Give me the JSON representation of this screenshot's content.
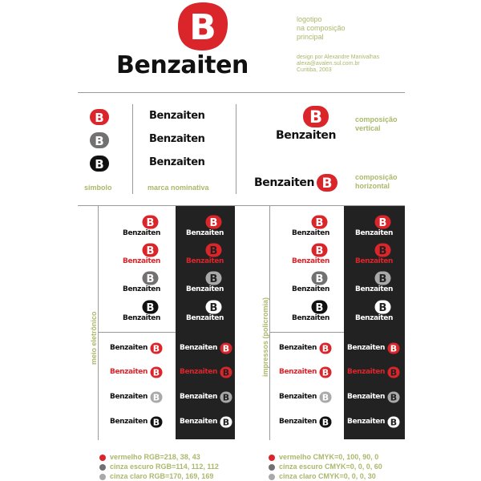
{
  "brand": {
    "name": "Benzaiten",
    "symbol_letter": "B"
  },
  "header": {
    "title_line1": "logotipo",
    "title_line2": "na composição",
    "title_line3": "principal",
    "credit_line1": "design por Alexandre Manivalhas",
    "credit_line2": "alexa@avalen.sul.com.br",
    "credit_line3": "Curitiba, 2003"
  },
  "section_labels": {
    "symbol": "símbolo",
    "wordmark": "marca nominativa",
    "vertical_line1": "composição",
    "vertical_line2": "vertical",
    "horizontal_line1": "composição",
    "horizontal_line2": "horizontal",
    "electronic": "meio eletrônico",
    "print": "impressos (policromia)"
  },
  "legend_left": [
    {
      "text": "vermelho RGB=218, 38, 43",
      "color": "#da262b"
    },
    {
      "text": "cinza escuro RGB=114, 112, 112",
      "color": "#727070"
    },
    {
      "text": "cinza claro RGB=170, 169, 169",
      "color": "#aaa9a9"
    }
  ],
  "legend_right": [
    {
      "text": "vermelho CMYK=0, 100, 90, 0",
      "color": "#da262b"
    },
    {
      "text": "cinza escuro CMYK=0, 0, 0, 60",
      "color": "#727070"
    },
    {
      "text": "cinza claro CMYK=0, 0, 0, 30",
      "color": "#aaa9a9"
    }
  ],
  "colors": {
    "red": "#da262b",
    "dark_gray": "#727070",
    "light_gray": "#aaa9a9",
    "black": "#111111",
    "label_green": "#a9b96a",
    "panel": "#222222"
  }
}
